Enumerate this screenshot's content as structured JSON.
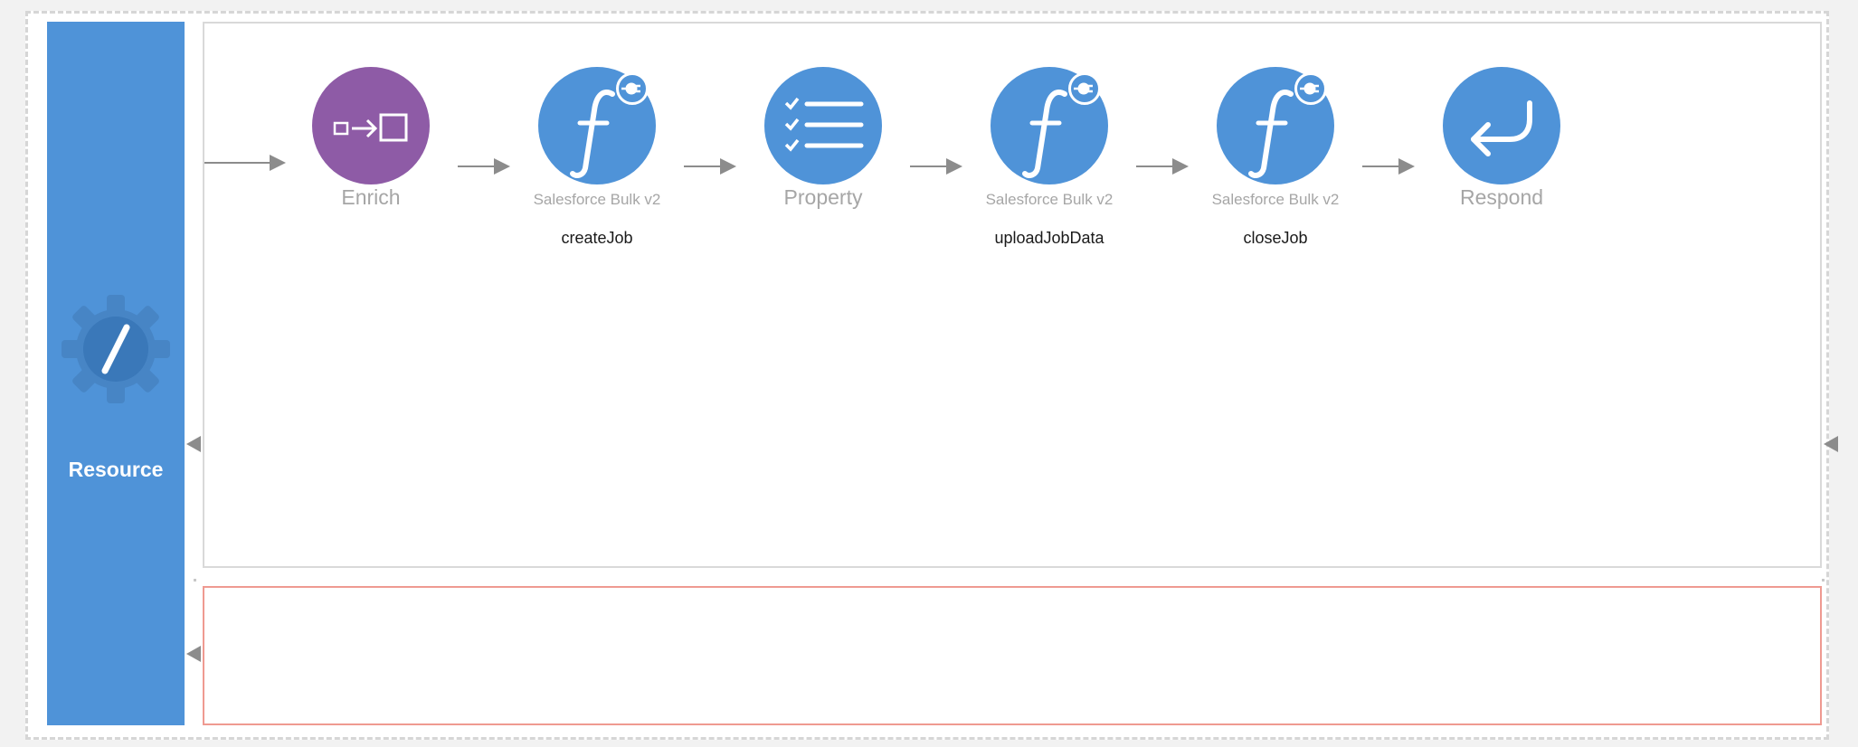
{
  "resource": {
    "label": "Resource"
  },
  "flow": {
    "nodes": [
      {
        "type": "Enrich",
        "name": "",
        "color": "#8e5ba6",
        "icon": "enrich-icon"
      },
      {
        "type": "Salesforce Bulk v2",
        "name": "createJob",
        "color": "#4f93d8",
        "icon": "function-plug-icon"
      },
      {
        "type": "Property",
        "name": "",
        "color": "#4f93d8",
        "icon": "checklist-icon"
      },
      {
        "type": "Salesforce Bulk v2",
        "name": "uploadJobData",
        "color": "#4f93d8",
        "icon": "function-plug-icon"
      },
      {
        "type": "Salesforce Bulk v2",
        "name": "closeJob",
        "color": "#4f93d8",
        "icon": "function-plug-icon"
      },
      {
        "type": "Respond",
        "name": "",
        "color": "#4f93d8",
        "icon": "return-arrow-icon"
      }
    ]
  },
  "colors": {
    "resource_bar": "#4f93d8",
    "error_panel_border": "#ef9a91",
    "arrow": "#8c8c8c"
  }
}
